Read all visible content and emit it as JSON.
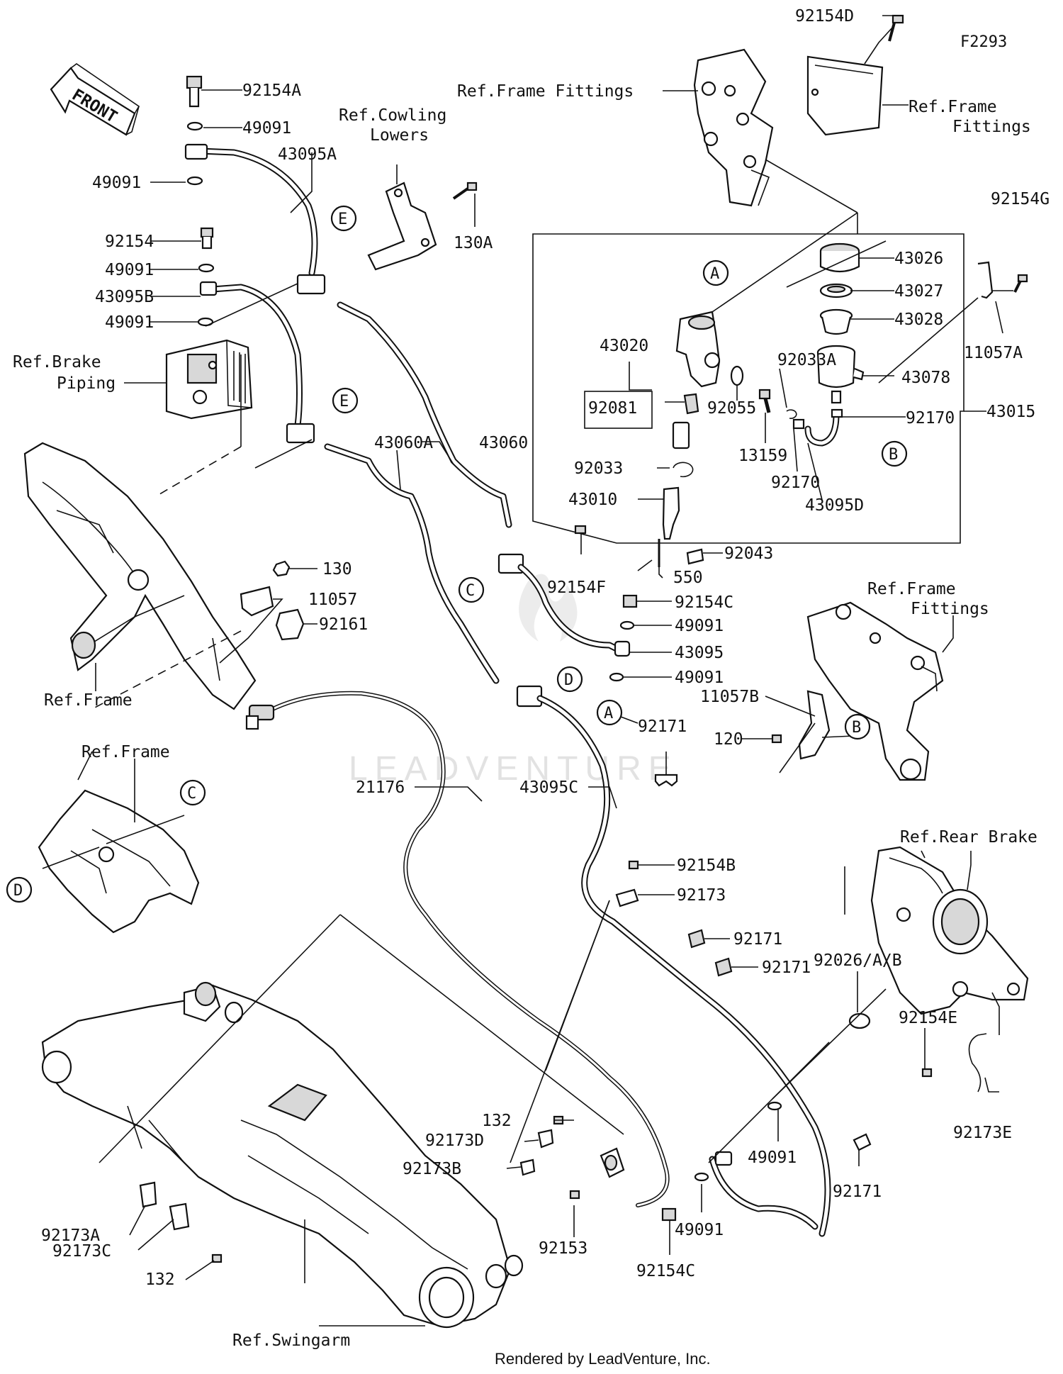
{
  "figure_code": "F2293",
  "front_label": "FRONT",
  "watermark": "LEADVENTURE",
  "credit": "Rendered by LeadVenture, Inc.",
  "callouts": [
    "A",
    "A",
    "B",
    "B",
    "B",
    "C",
    "C",
    "D",
    "D",
    "E",
    "E"
  ],
  "references": [
    "Ref.Frame Fittings",
    "Ref.Frame\nFittings",
    "Ref.Cowling\nLowers",
    "Ref.Brake\nPiping",
    "Ref.Frame",
    "Ref.Frame",
    "Ref.Frame\nFittings",
    "Ref.Rear Brake",
    "Ref.Swingarm"
  ],
  "part_labels": [
    "92154D",
    "92154A",
    "49091",
    "43095A",
    "49091",
    "92154",
    "49091",
    "43095B",
    "49091",
    "130A",
    "43026",
    "43027",
    "43028",
    "43078",
    "43015",
    "92154G",
    "11057A",
    "43020",
    "92081",
    "92055",
    "92033A",
    "13159",
    "92170",
    "92170",
    "43095D",
    "92033",
    "43010",
    "92043",
    "550",
    "43060",
    "43060A",
    "92154F",
    "92154C",
    "49091",
    "43095",
    "49091",
    "130",
    "11057",
    "92161",
    "11057B",
    "120",
    "92171",
    "21176",
    "43095C",
    "92154B",
    "92173",
    "92171",
    "92171",
    "92026/A/B",
    "92154E",
    "92173E",
    "132",
    "92173D",
    "92173B",
    "92173A",
    "92173C",
    "132",
    "92153",
    "49091",
    "49091",
    "92154C",
    "92171"
  ]
}
